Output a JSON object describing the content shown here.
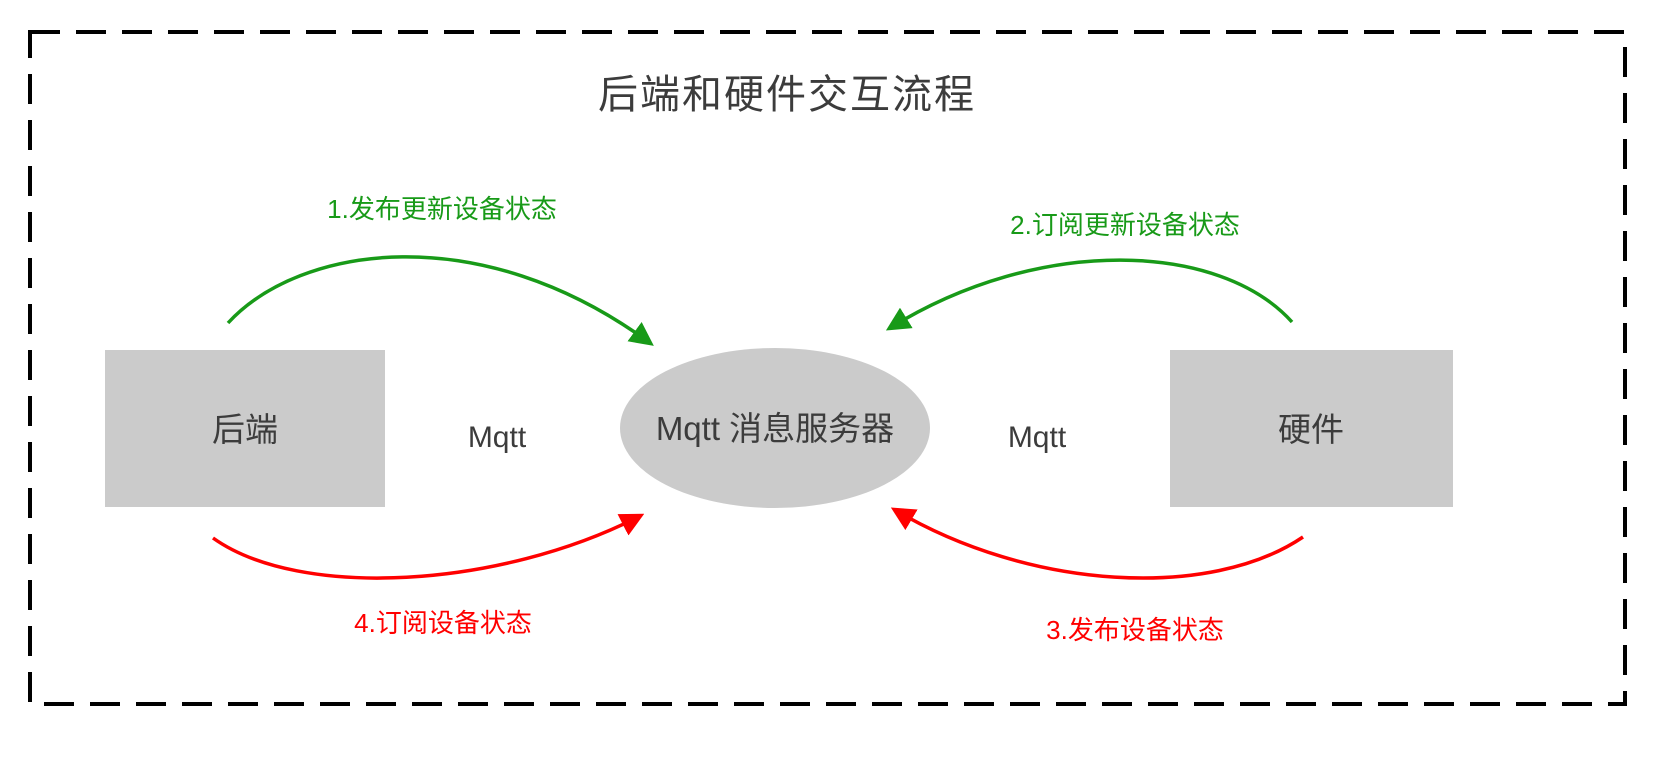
{
  "title": "后端和硬件交互流程",
  "nodes": {
    "backend": {
      "label": "后端"
    },
    "broker": {
      "label": "Mqtt 消息服务器"
    },
    "hardware": {
      "label": "硬件"
    }
  },
  "protocol_labels": {
    "left": "Mqtt",
    "right": "Mqtt"
  },
  "flows": {
    "publish_update": {
      "label": "1.发布更新设备状态"
    },
    "subscribe_update": {
      "label": "2.订阅更新设备状态"
    },
    "publish_status": {
      "label": "3.发布设备状态"
    },
    "subscribe_status": {
      "label": "4.订阅设备状态"
    }
  },
  "colors": {
    "green": "#189a18",
    "red": "#ff0000",
    "node_fill": "#cbcbcb",
    "text": "#3c3c3c",
    "border": "#000000"
  }
}
